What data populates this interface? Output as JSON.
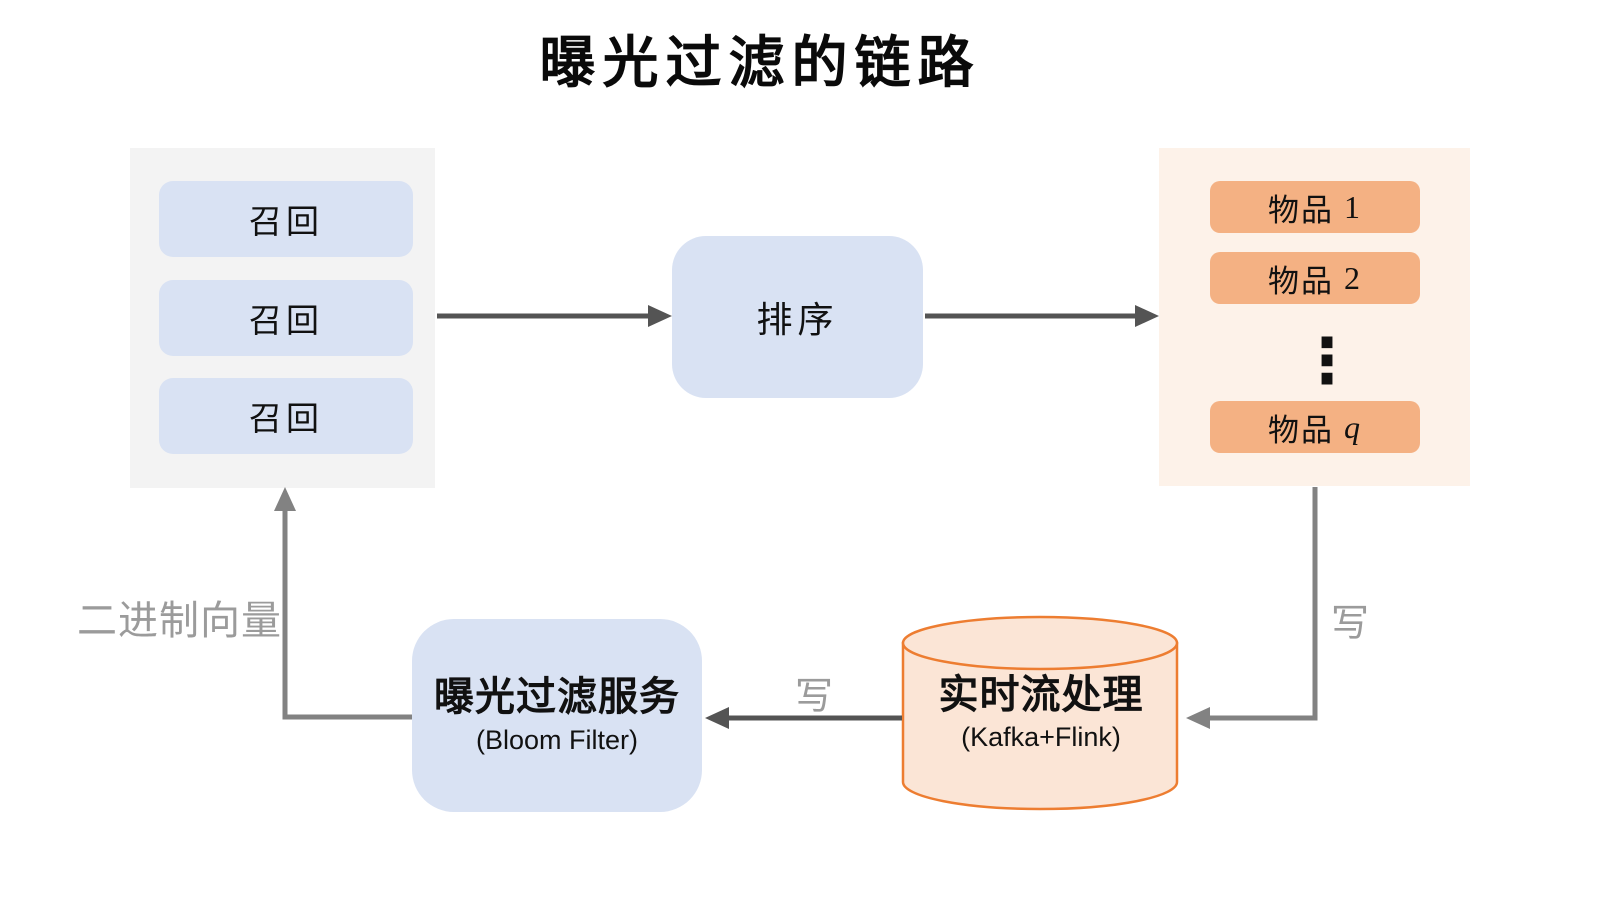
{
  "title": "曝光过滤的链路",
  "colors": {
    "node_blue": "#d9e2f3",
    "container_gray": "#f3f3f3",
    "container_cream": "#fdf2e9",
    "item_orange": "#f4b183",
    "cylinder_fill": "#fbe5d6",
    "cylinder_stroke": "#ed7d31",
    "arrow_dark": "#545454",
    "arrow_gray": "#828282",
    "label_gray": "#9b9b9b"
  },
  "recall_group": {
    "items": [
      {
        "label": "召回"
      },
      {
        "label": "召回"
      },
      {
        "label": "召回"
      }
    ]
  },
  "rank": {
    "label": "排序"
  },
  "items_group": {
    "item1": {
      "prefix": "物品",
      "suffix": "1"
    },
    "item2": {
      "prefix": "物品",
      "suffix": "2"
    },
    "item_q": {
      "prefix": "物品",
      "suffix": "q"
    },
    "ellipsis": "⋮"
  },
  "stream": {
    "label": "实时流处理",
    "sub": "(Kafka+Flink)"
  },
  "bloom": {
    "label": "曝光过滤服务",
    "sub": "(Bloom Filter)"
  },
  "edges": {
    "binary_vector": "二进制向量",
    "write_right": "写",
    "write_left": "写"
  }
}
